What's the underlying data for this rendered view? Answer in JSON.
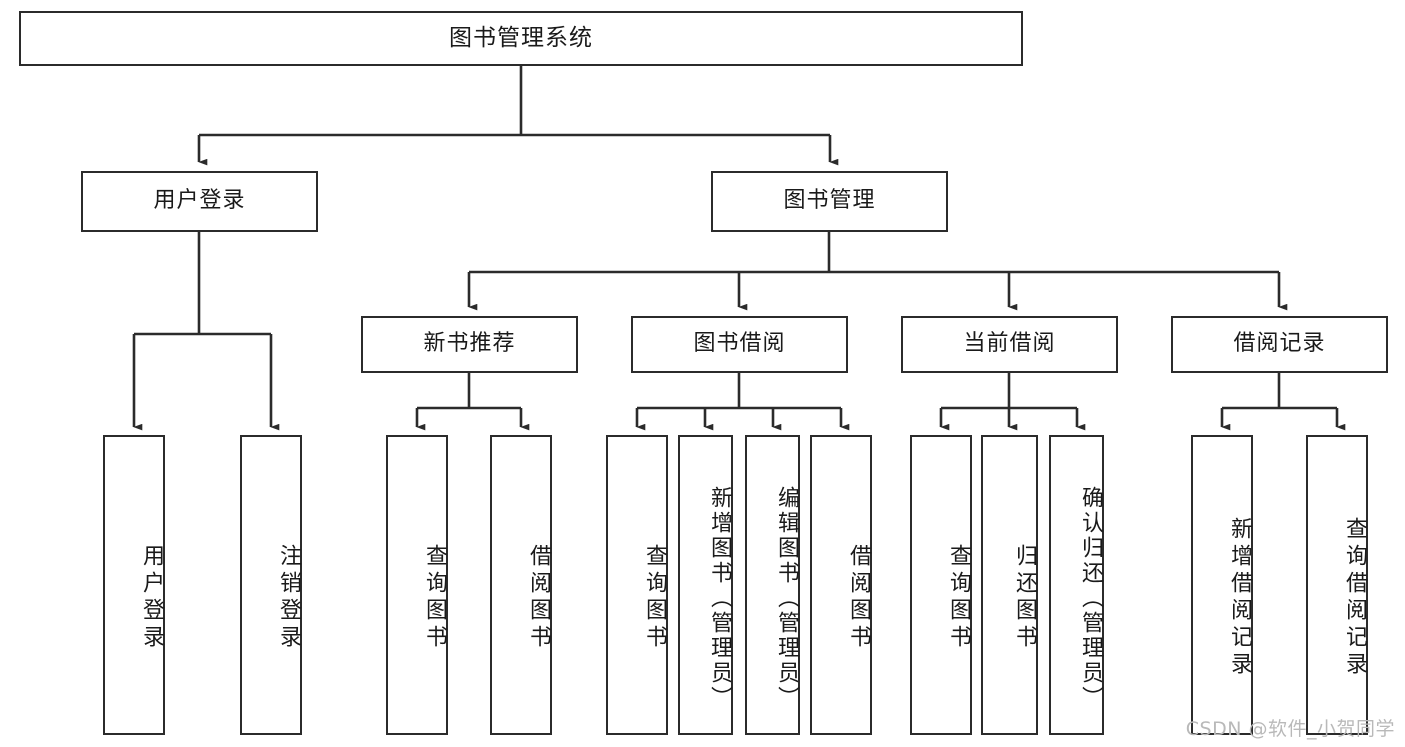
{
  "diagram": {
    "title": "图书管理系统",
    "type": "tree-hierarchy-diagram",
    "root": {
      "id": "root",
      "label": "图书管理系统"
    },
    "level1": [
      {
        "id": "user-login",
        "label": "用户登录"
      },
      {
        "id": "book-manage",
        "label": "图书管理"
      }
    ],
    "level2": [
      {
        "id": "new-book-rec",
        "label": "新书推荐"
      },
      {
        "id": "book-borrow",
        "label": "图书借阅"
      },
      {
        "id": "current-borrow",
        "label": "当前借阅"
      },
      {
        "id": "borrow-record",
        "label": "借阅记录"
      }
    ],
    "leaves": {
      "user_login": [
        {
          "id": "leaf-user-login",
          "label": "用户登录"
        },
        {
          "id": "leaf-user-logout",
          "label": "注销登录"
        }
      ],
      "new_book_rec": [
        {
          "id": "leaf-query-book-1",
          "label": "查询图书"
        },
        {
          "id": "leaf-borrow-book-1",
          "label": "借阅图书"
        }
      ],
      "book_borrow": [
        {
          "id": "leaf-query-book-2",
          "label": "查询图书"
        },
        {
          "id": "leaf-add-book",
          "label": "新增图书（管理员）"
        },
        {
          "id": "leaf-edit-book",
          "label": "编辑图书（管理员）"
        },
        {
          "id": "leaf-borrow-book-2",
          "label": "借阅图书"
        }
      ],
      "current_borrow": [
        {
          "id": "leaf-query-book-3",
          "label": "查询图书"
        },
        {
          "id": "leaf-return-book",
          "label": "归还图书"
        },
        {
          "id": "leaf-confirm-return",
          "label": "确认归还（管理员）"
        }
      ],
      "borrow_record": [
        {
          "id": "leaf-add-record",
          "label": "新增借阅记录"
        },
        {
          "id": "leaf-query-record",
          "label": "查询借阅记录"
        }
      ]
    },
    "colors": {
      "stroke": "#2b2b2b",
      "fill": "#ffffff",
      "text": "#1a1a1a",
      "watermark": "#b9b9b9"
    }
  },
  "watermark": {
    "text": "CSDN @软件_小贺同学"
  }
}
